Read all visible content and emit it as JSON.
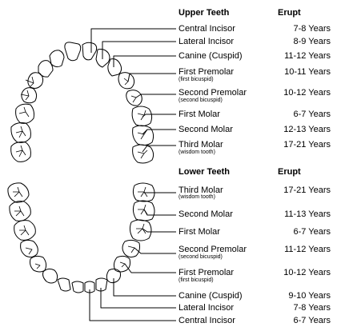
{
  "upper": {
    "heading": "Upper Teeth",
    "erupt_heading": "Erupt",
    "rows": [
      {
        "name": "Central Incisor",
        "sub": "",
        "age": "7-8 Years"
      },
      {
        "name": "Lateral Incisor",
        "sub": "",
        "age": "8-9 Years"
      },
      {
        "name": "Canine (Cuspid)",
        "sub": "",
        "age": "11-12 Years"
      },
      {
        "name": "First Premolar",
        "sub": "(first bicuspid)",
        "age": "10-11 Years"
      },
      {
        "name": "Second Premolar",
        "sub": "(second bicuspid)",
        "age": "10-12 Years"
      },
      {
        "name": "First Molar",
        "sub": "",
        "age": "6-7 Years"
      },
      {
        "name": "Second Molar",
        "sub": "",
        "age": "12-13 Years"
      },
      {
        "name": "Third Molar",
        "sub": "(wisdom tooth)",
        "age": "17-21 Years"
      }
    ]
  },
  "lower": {
    "heading": "Lower Teeth",
    "erupt_heading": "Erupt",
    "rows": [
      {
        "name": "Third Molar",
        "sub": "(wisdom tooth)",
        "age": "17-21 Years"
      },
      {
        "name": "Second Molar",
        "sub": "",
        "age": "11-13 Years"
      },
      {
        "name": "First Molar",
        "sub": "",
        "age": "6-7 Years"
      },
      {
        "name": "Second Premolar",
        "sub": "(second bicuspid)",
        "age": "11-12 Years"
      },
      {
        "name": "First Premolar",
        "sub": "(first bicuspid)",
        "age": "10-12 Years"
      },
      {
        "name": "Canine (Cuspid)",
        "sub": "",
        "age": "9-10 Years"
      },
      {
        "name": "Lateral Incisor",
        "sub": "",
        "age": "7-8 Years"
      },
      {
        "name": "Central Incisor",
        "sub": "",
        "age": "6-7 Years"
      }
    ]
  }
}
